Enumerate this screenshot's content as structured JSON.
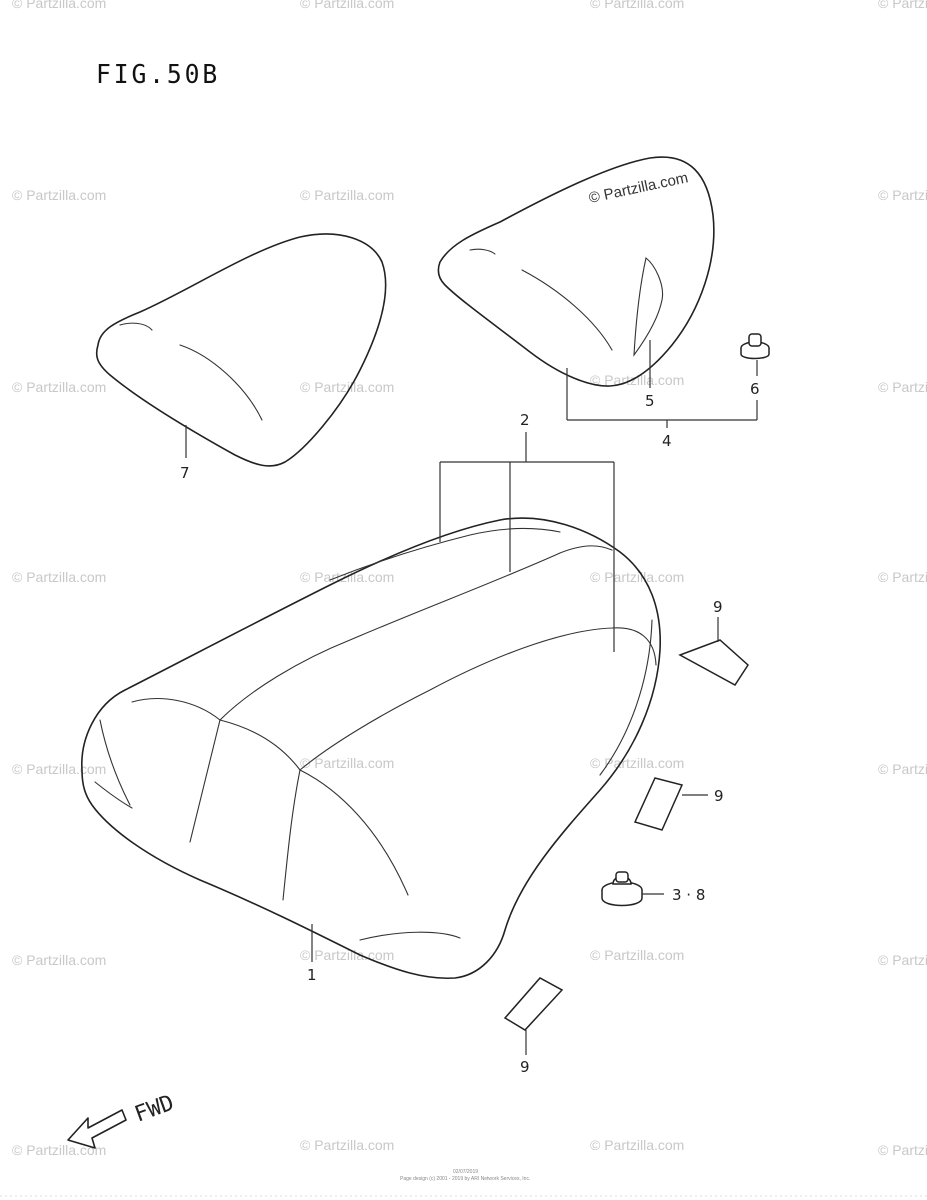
{
  "figure": {
    "title": "FIG.50B"
  },
  "callouts": {
    "c1": "1",
    "c2": "2",
    "c4": "4",
    "c5": "5",
    "c6": "6",
    "c7": "7",
    "c9a": "9",
    "c9b": "9",
    "c9c": "9",
    "c38": "3 · 8"
  },
  "direction": {
    "label": "FWD"
  },
  "watermark": {
    "text": "© Partzilla.com"
  },
  "footer": {
    "line1": "02/07/2019",
    "line2": "Page design (c) 2001 - 2019 by ARI Network Services, Inc."
  }
}
